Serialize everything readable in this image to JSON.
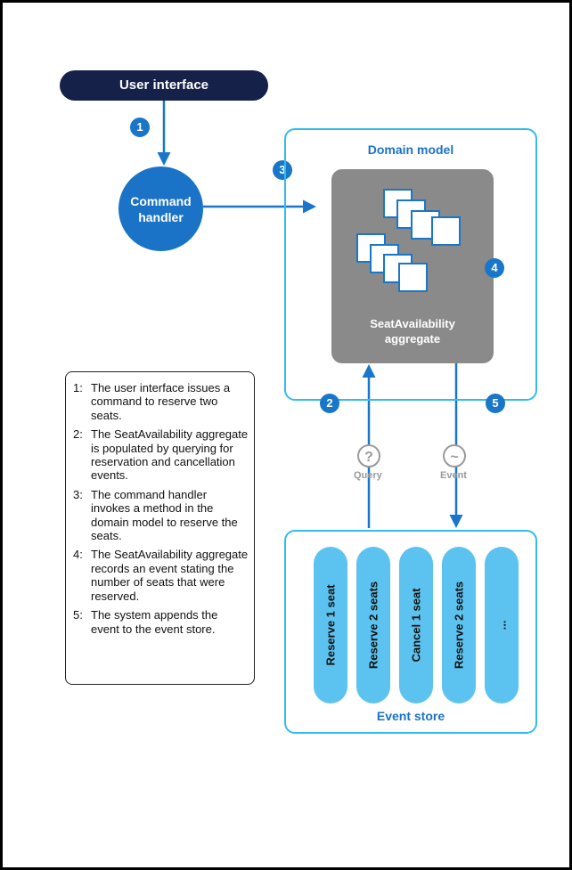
{
  "diagram": {
    "user_interface": "User interface",
    "command_handler": "Command handler",
    "domain_model": "Domain model",
    "aggregate": "SeatAvailability aggregate",
    "event_store": "Event store",
    "badges": {
      "b1": "1",
      "b2": "2",
      "b3": "3",
      "b4": "4",
      "b5": "5"
    },
    "query": {
      "symbol": "?",
      "label": "Query"
    },
    "event": {
      "symbol": "~",
      "label": "Event"
    },
    "events": [
      "Reserve 1 seat",
      "Reserve 2 seats",
      "Cancel 1 seat",
      "Reserve 2 seats",
      "..."
    ]
  },
  "legend": [
    {
      "num": "1:",
      "text": "The user interface issues a command to reserve two seats."
    },
    {
      "num": "2:",
      "text": "The SeatAvailability aggregate is populated by querying for reservation and cancellation events."
    },
    {
      "num": "3:",
      "text": "The command handler invokes a method in the domain model to reserve the seats."
    },
    {
      "num": "4:",
      "text": "The SeatAvailability aggregate records an event stating the number of seats that were reserved."
    },
    {
      "num": "5:",
      "text": "The system appends the event to the event store."
    }
  ],
  "colors": {
    "navy": "#16214a",
    "blue": "#1976c8",
    "cyan_border": "#33bbee",
    "column": "#5cc3f0",
    "aggregate": "#8a8a8a"
  }
}
